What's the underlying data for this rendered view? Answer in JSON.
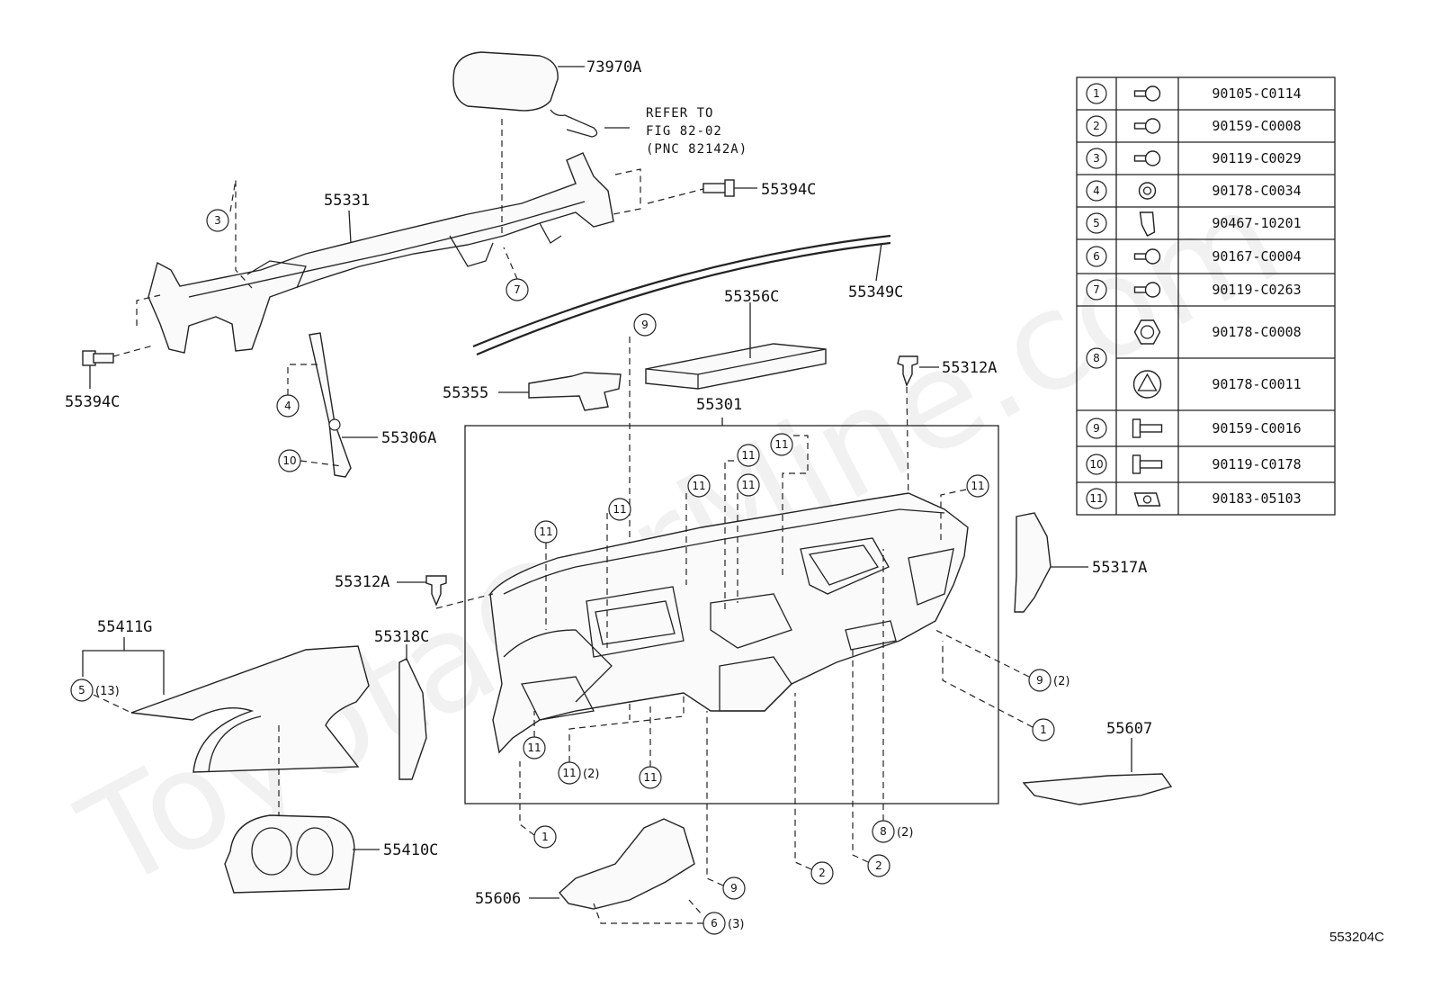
{
  "watermark": "ToyotaCarMine.com",
  "diagram_code": "553204C",
  "parts": {
    "p73970A": "73970A",
    "p55331": "55331",
    "p55394C_top": "55394C",
    "p55394C_left": "55394C",
    "p55349C": "55349C",
    "p55356C": "55356C",
    "p55355": "55355",
    "p55312A_top": "55312A",
    "p55312A_left": "55312A",
    "p55301": "55301",
    "p55306A": "55306A",
    "p55317A": "55317A",
    "p55411G": "55411G",
    "p55318C": "55318C",
    "p55607": "55607",
    "p55410C": "55410C",
    "p55606": "55606"
  },
  "refer_note": {
    "line1": "REFER TO",
    "line2": "FIG 82-02",
    "line3": "(PNC 82142A)"
  },
  "quantities": {
    "q5": "(13)",
    "q9": "(2)",
    "q11": "(2)",
    "q8": "(2)",
    "q6": "(3)"
  },
  "fastener_table": [
    {
      "num": "1",
      "part": "90105-C0114",
      "icon": "flange-bolt-icon"
    },
    {
      "num": "2",
      "part": "90159-C0008",
      "icon": "bolt-icon"
    },
    {
      "num": "3",
      "part": "90119-C0029",
      "icon": "bolt-icon"
    },
    {
      "num": "4",
      "part": "90178-C0034",
      "icon": "nut-icon"
    },
    {
      "num": "5",
      "part": "90467-10201",
      "icon": "clip-icon"
    },
    {
      "num": "6",
      "part": "90167-C0004",
      "icon": "screw-icon"
    },
    {
      "num": "7",
      "part": "90119-C0263",
      "icon": "bolt-icon"
    },
    {
      "num": "8",
      "part": "90178-C0008",
      "part2": "90178-C0011",
      "icon": "hex-nut-icon",
      "icon2": "triangle-nut-icon"
    },
    {
      "num": "9",
      "part": "90159-C0016",
      "icon": "bolt-side-icon"
    },
    {
      "num": "10",
      "part": "90119-C0178",
      "icon": "bolt-side-icon"
    },
    {
      "num": "11",
      "part": "90183-05103",
      "icon": "u-nut-icon"
    }
  ]
}
